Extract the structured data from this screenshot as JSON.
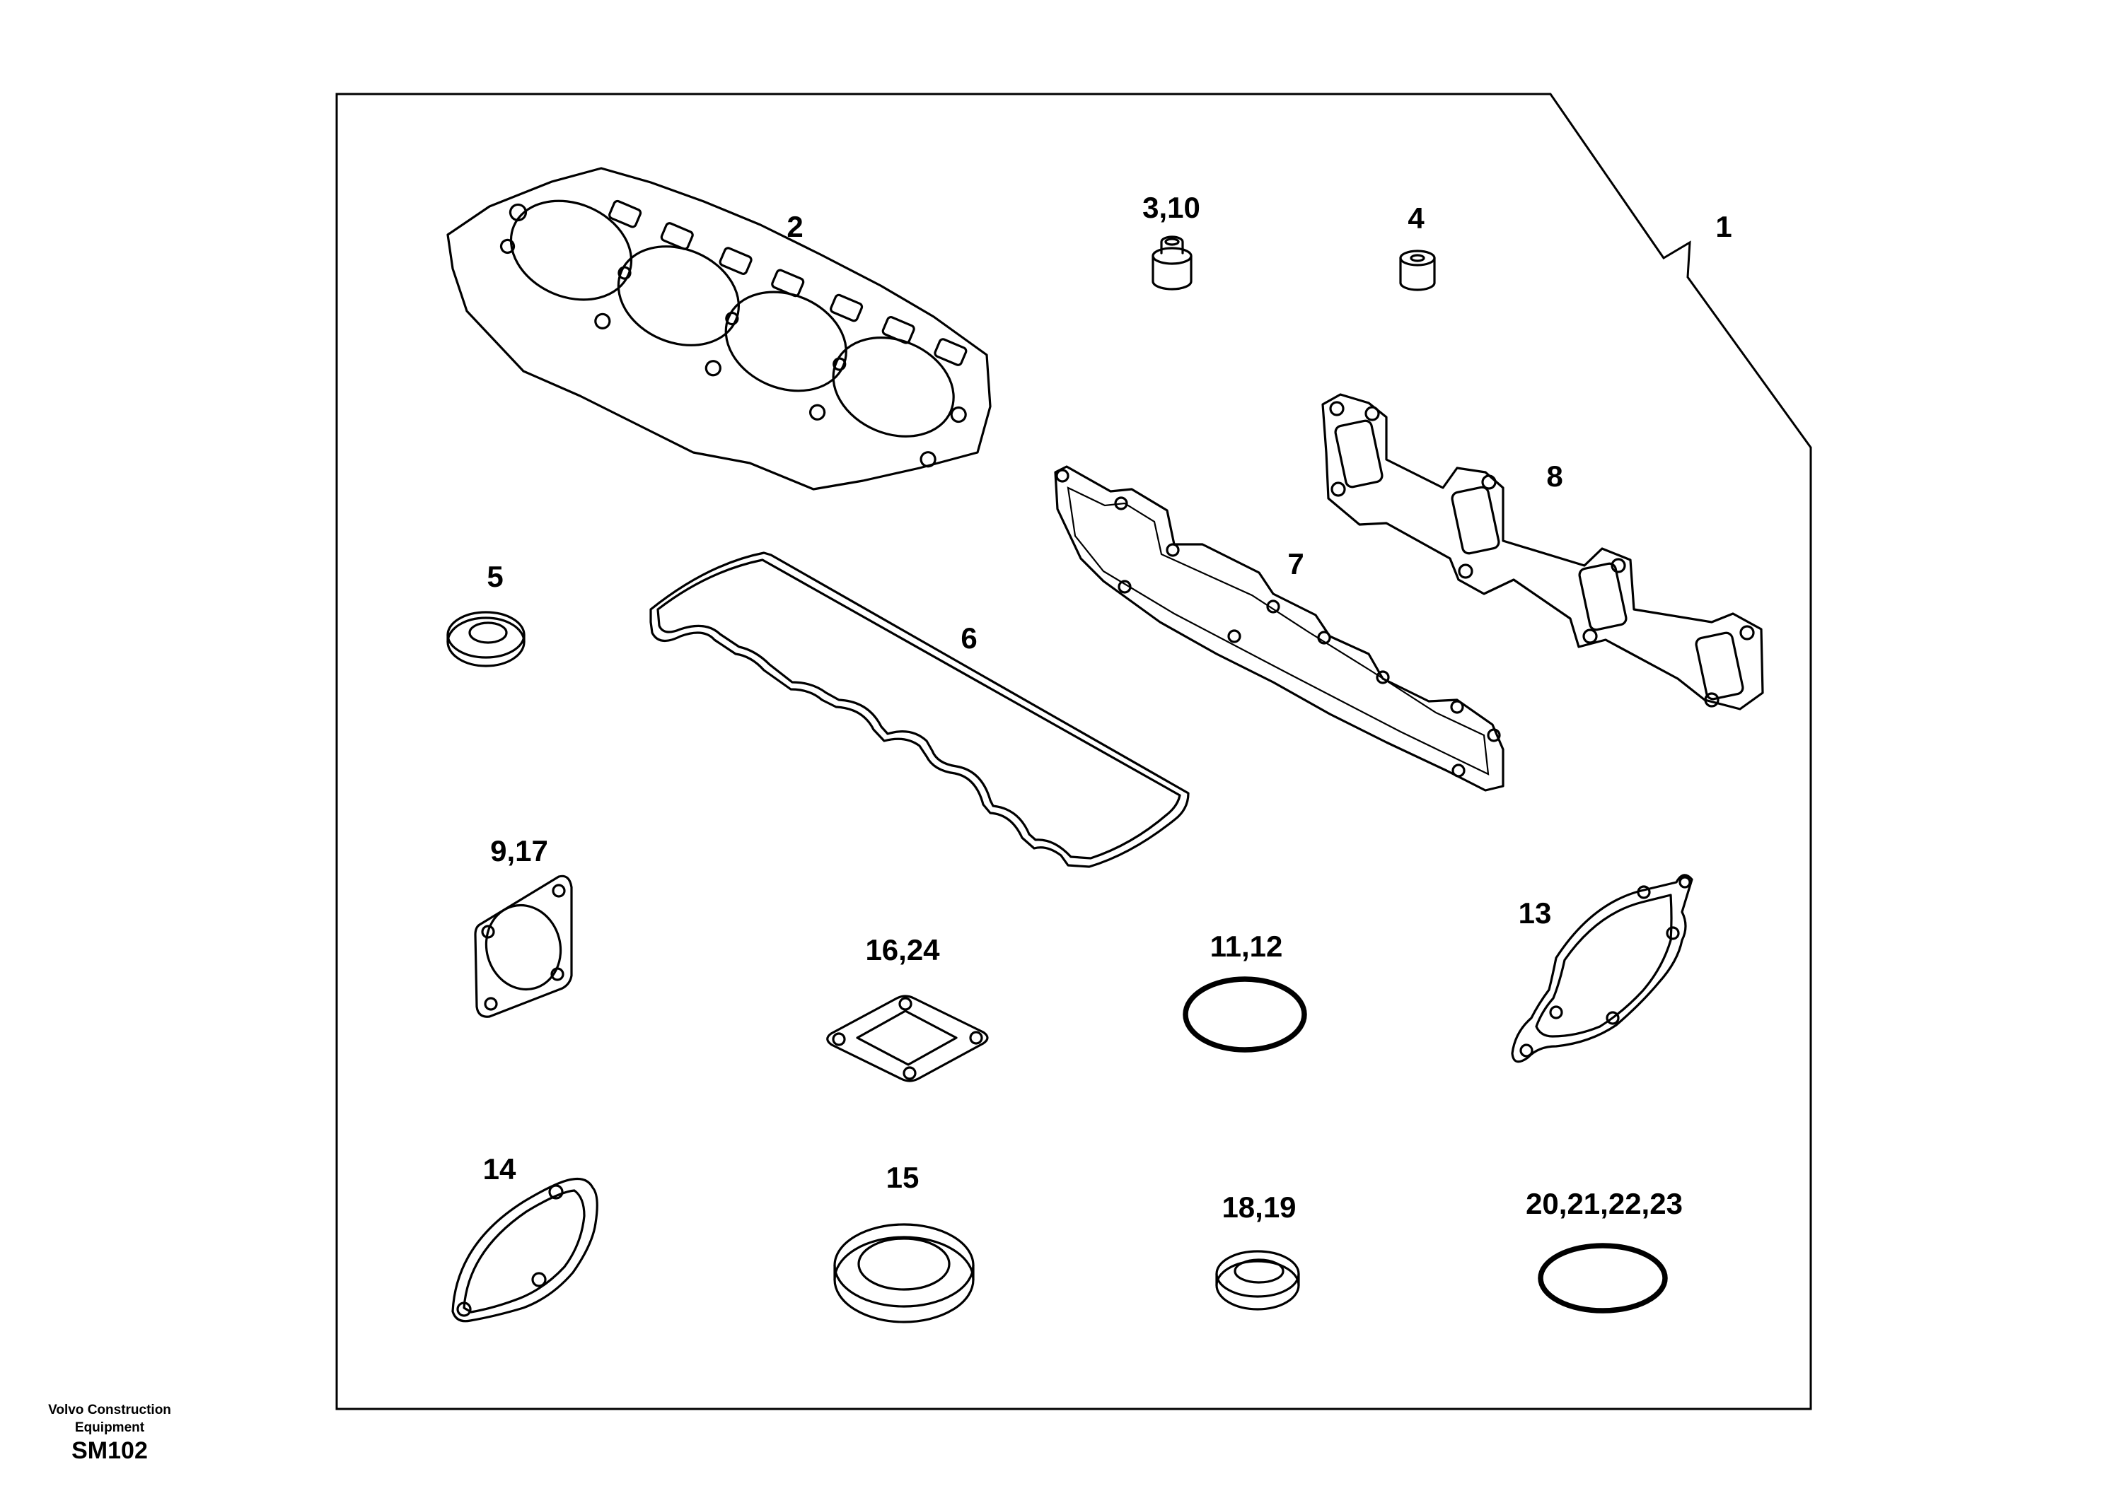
{
  "callouts": [
    "1",
    "2",
    "3,10",
    "4",
    "5",
    "6",
    "7",
    "8",
    "9,17",
    "16,24",
    "11,12",
    "13",
    "14",
    "15",
    "18,19",
    "20,21,22,23"
  ],
  "footer": {
    "brand": "Volvo Construction Equipment",
    "code": "SM102"
  }
}
